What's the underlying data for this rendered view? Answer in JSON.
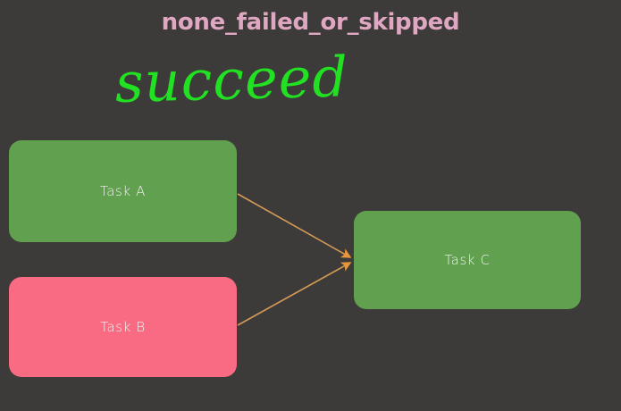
{
  "graph": {
    "title": "none_failed_or_skipped",
    "title_color": "#dfa7c2",
    "background_color": "#3d3b3a",
    "annotation": {
      "text": "succeed",
      "color": "#22e022",
      "style": "handwritten"
    },
    "edge_color": "#d49a55",
    "arrow_color": "#e8963c",
    "nodes": [
      {
        "id": "task-a",
        "label": "Task A",
        "state": "success",
        "color": "#61a04f",
        "text_color": "#f2f2f2"
      },
      {
        "id": "task-b",
        "label": "Task B",
        "state": "failed",
        "color": "#f86b82",
        "text_color": "#f2f2f2"
      },
      {
        "id": "task-c",
        "label": "Task C",
        "state": "success",
        "color": "#61a04f",
        "text_color": "#f2f2f2"
      }
    ],
    "edges": [
      {
        "from": "task-a",
        "to": "task-c"
      },
      {
        "from": "task-b",
        "to": "task-c"
      }
    ]
  }
}
